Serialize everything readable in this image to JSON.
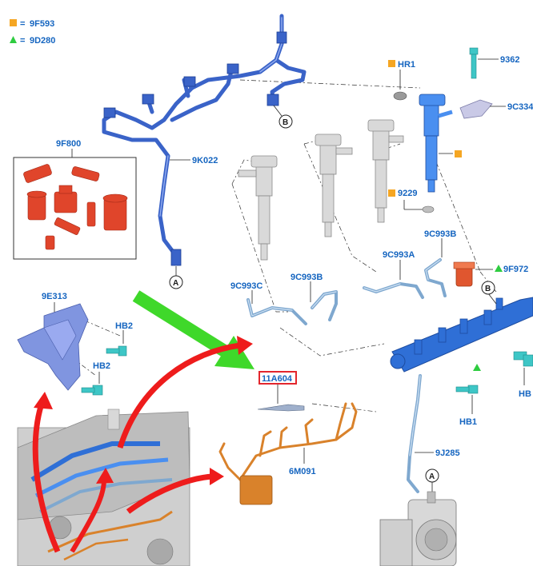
{
  "legend": {
    "items": [
      {
        "eq": "=",
        "code": "9F593",
        "symbol": "square",
        "color": "#f5a623"
      },
      {
        "eq": "=",
        "code": "9D280",
        "symbol": "triangle",
        "color": "#2ecc40"
      }
    ]
  },
  "labels": {
    "kit": "9F800",
    "harness": "9K022",
    "hr1": "HR1",
    "bolt": "9362",
    "clamp": "9C334",
    "washer": "9229",
    "pipe_b_right": "9C993B",
    "pipe_a": "9C993A",
    "sensor": "9F972",
    "pipe_c": "9C993C",
    "pipe_b_left": "9C993B",
    "bracket": "9E313",
    "hb2_top": "HB2",
    "hb2_bottom": "HB2",
    "glow_plug": "11A604",
    "glow_harness": "6M091",
    "hb1": "HB1",
    "hb_right": "HB",
    "return_pipe": "9J285"
  },
  "callouts": {
    "a_top": "A",
    "b_top": "B",
    "b_right": "B",
    "a_bottom": "A"
  },
  "colors": {
    "label_blue": "#1565c0",
    "part_blue": "#3a63c8",
    "rail_blue": "#2f6fd6",
    "pipe_light": "#7fa8cf",
    "kit_red": "#e0452b",
    "harness_orange": "#d9822b",
    "arrow_red": "#ee1c1c",
    "arrow_green": "#3fd82a",
    "highlight_box": "#e3262d"
  },
  "icons": [
    "square-marker-icon",
    "triangle-marker-icon",
    "arrow-icon"
  ]
}
